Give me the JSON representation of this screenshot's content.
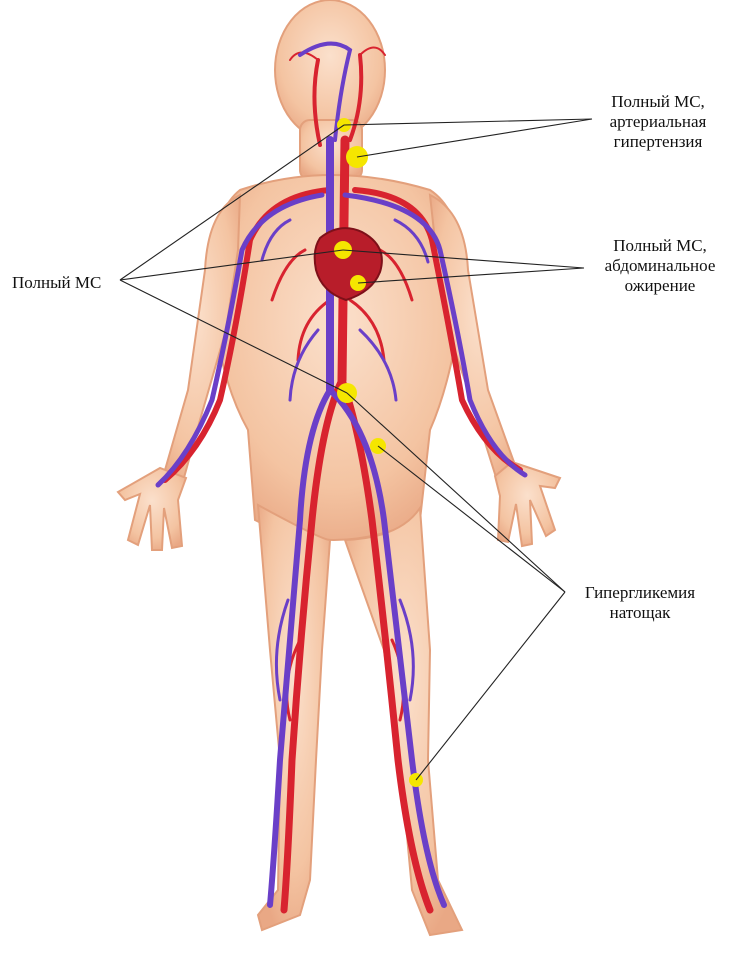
{
  "labels": {
    "full_ms": "Полный МС",
    "hypertension": [
      "Полный МС,",
      "артериальная",
      "гипертензия"
    ],
    "obesity": [
      "Полный МС,",
      "абдоминальное",
      "ожирение"
    ],
    "glycemia": [
      "Гипергликемия",
      "натощак"
    ]
  },
  "colors": {
    "skin": "#f6c8a8",
    "skin_edge": "#e7a583",
    "artery": "#d8232f",
    "vein": "#6a3fc8",
    "marker": "#f5e600",
    "leader_line": "#222222"
  }
}
